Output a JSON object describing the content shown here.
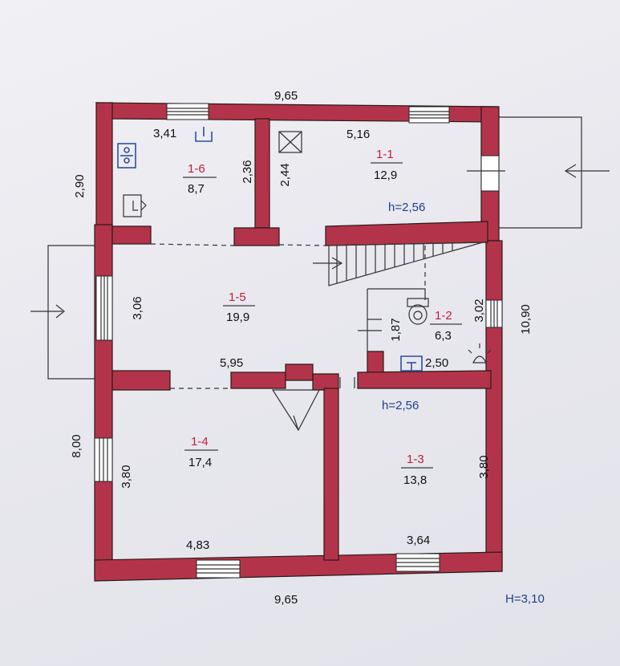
{
  "plan": {
    "rooms": [
      {
        "id": "1-1",
        "area": "12,9"
      },
      {
        "id": "1-2",
        "area": "6,3"
      },
      {
        "id": "1-3",
        "area": "13,8"
      },
      {
        "id": "1-4",
        "area": "17,4"
      },
      {
        "id": "1-5",
        "area": "19,9"
      },
      {
        "id": "1-6",
        "area": "8,7"
      }
    ],
    "dimensions": {
      "top_width": "9,65",
      "bottom_width": "9,65",
      "left_outer_upper": "2,90",
      "left_outer_lower": "8,00",
      "right_outer": "10,90",
      "room_1_6_width": "3,41",
      "room_1_6_height": "2,36",
      "room_1_1_width": "5,16",
      "room_1_1_left_height": "2,44",
      "room_1_5_height": "3,06",
      "room_1_5_width": "5,95",
      "room_1_2_left": "1,87",
      "room_1_2_right": "3,02",
      "room_1_2_bottom": "2,50",
      "room_1_4_height": "3,80",
      "room_1_4_width": "4,83",
      "room_1_3_height": "3,80",
      "room_1_3_width": "3,64"
    },
    "heights": {
      "upper": "h=2,56",
      "lower": "h=2,56",
      "total": "H=3,10"
    }
  },
  "colors": {
    "wall": "#b3344a",
    "label_accent": "#c0203a",
    "height_text": "#1f3f8e",
    "icon": "#2f4fa0"
  },
  "icons": [
    "gas-boiler-icon",
    "stove-icon",
    "ventilation-shaft-icon",
    "toilet-icon",
    "sink-icon",
    "light-icon"
  ]
}
